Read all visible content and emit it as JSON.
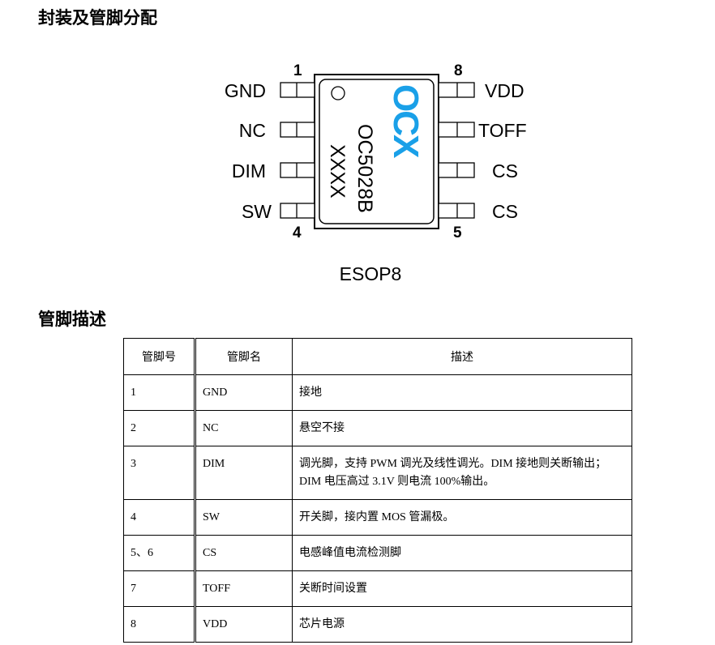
{
  "section1_title": "封装及管脚分配",
  "section2_title": "管脚描述",
  "package": {
    "name": "ESOP8",
    "part_number": "OC5028B",
    "marking": "XXXX",
    "logo_text": "OCX",
    "logo_color": "#1aa0e8",
    "corner_numbers": {
      "pin1": "1",
      "pin4": "4",
      "pin5": "5",
      "pin8": "8"
    },
    "left_pins": [
      "GND",
      "NC",
      "DIM",
      "SW"
    ],
    "right_pins": [
      "VDD",
      "TOFF",
      "CS",
      "CS"
    ]
  },
  "table": {
    "headers": [
      "管脚号",
      "管脚名",
      "描述"
    ],
    "rows": [
      {
        "num": "1",
        "name": "GND",
        "desc": "接地"
      },
      {
        "num": "2",
        "name": "NC",
        "desc": "悬空不接"
      },
      {
        "num": "3",
        "name": "DIM",
        "desc": "调光脚，支持 PWM 调光及线性调光。DIM 接地则关断输出；DIM 电压高过 3.1V 则电流 100%输出。"
      },
      {
        "num": "4",
        "name": "SW",
        "desc": "开关脚，接内置 MOS 管漏极。"
      },
      {
        "num": "5、6",
        "name": "CS",
        "desc": "电感峰值电流检测脚"
      },
      {
        "num": "7",
        "name": "TOFF",
        "desc": "关断时间设置"
      },
      {
        "num": "8",
        "name": "VDD",
        "desc": "芯片电源"
      }
    ]
  }
}
